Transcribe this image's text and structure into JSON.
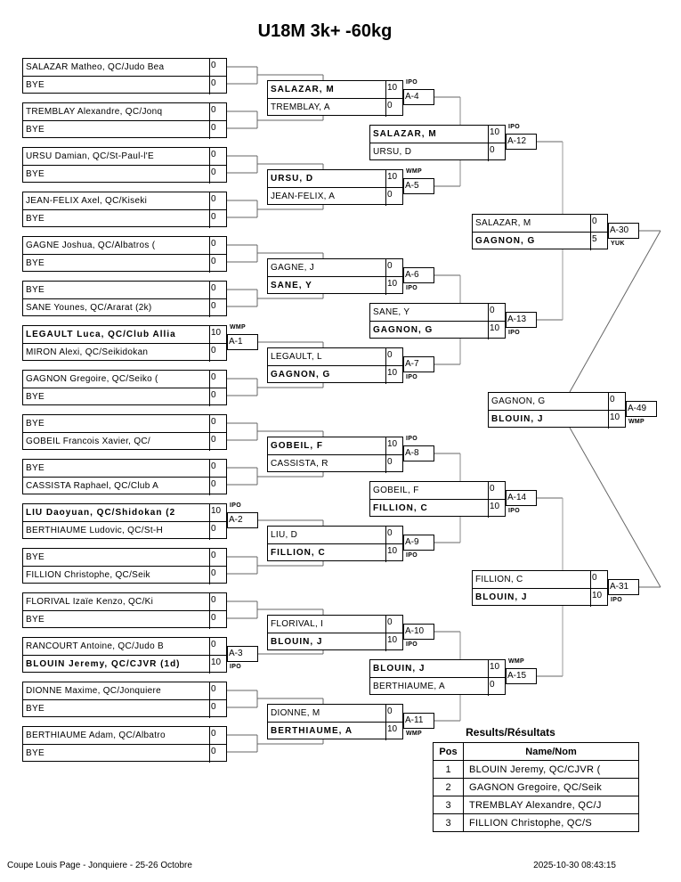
{
  "title": "U18M 3k+ -60kg",
  "round1": [
    {
      "a": "SALAZAR Matheo, QC/Judo Bea",
      "sa": "0",
      "b": "BYE",
      "sb": "0"
    },
    {
      "a": "TREMBLAY Alexandre, QC/Jonq",
      "sa": "0",
      "b": "BYE",
      "sb": "0"
    },
    {
      "a": "URSU Damian, QC/St-Paul-l'E",
      "sa": "0",
      "b": "BYE",
      "sb": "0"
    },
    {
      "a": "JEAN-FÉLIX Axel, QC/Kiseki",
      "sa": "0",
      "b": "BYE",
      "sb": "0"
    },
    {
      "a": "GAGNÉ Joshua, QC/Albatros (",
      "sa": "0",
      "b": "BYE",
      "sb": "0"
    },
    {
      "a": "BYE",
      "sa": "0",
      "b": "SANE Younes, QC/Ararat (2k)",
      "sb": "0"
    },
    {
      "a": "LEGAULT Luca, QC/Club Allia",
      "sa": "10",
      "b": "MIRON Alexi, QC/Seikidokan",
      "sb": "0",
      "winner": "a",
      "label": "A-1",
      "result": "WMP"
    },
    {
      "a": "GAGNON Gregoire, QC/Seiko (",
      "sa": "0",
      "b": "BYE",
      "sb": "0"
    },
    {
      "a": "BYE",
      "sa": "0",
      "b": "GOBEIL Francois Xavier, QC/",
      "sb": "0"
    },
    {
      "a": "BYE",
      "sa": "0",
      "b": "CASSISTA Raphael, QC/Club A",
      "sb": "0"
    },
    {
      "a": "LIU Daoyuan, QC/Shidokan (2",
      "sa": "10",
      "b": "BERTHIAUME Ludovic, QC/St-H",
      "sb": "0",
      "winner": "a",
      "label": "A-2",
      "result": "IPO"
    },
    {
      "a": "BYE",
      "sa": "0",
      "b": "FILLION Christophe, QC/Seik",
      "sb": "0"
    },
    {
      "a": "FLORIVAL Izaïe Kenzo, QC/Ki",
      "sa": "0",
      "b": "BYE",
      "sb": "0"
    },
    {
      "a": "RANCOURT Antoine, QC/Judo B",
      "sa": "0",
      "b": "BLOUIN Jeremy, QC/CJVR (1d)",
      "sb": "10",
      "winner": "b",
      "label": "A-3",
      "result": "IPO"
    },
    {
      "a": "DIONNE Maxime, QC/Jonquiere",
      "sa": "0",
      "b": "BYE",
      "sb": "0"
    },
    {
      "a": "BERTHIAUME Adam, QC/Albatro",
      "sa": "0",
      "b": "BYE",
      "sb": "0"
    }
  ],
  "round2": [
    {
      "a": "SALAZAR, M",
      "sa": "10",
      "b": "TREMBLAY, A",
      "sb": "0",
      "winner": "a",
      "label": "A-4",
      "result": "IPO"
    },
    {
      "a": "URSU, D",
      "sa": "10",
      "b": "JEAN-FÉLIX, A",
      "sb": "0",
      "winner": "a",
      "label": "A-5",
      "result": "WMP"
    },
    {
      "a": "GAGNÉ, J",
      "sa": "0",
      "b": "SANE, Y",
      "sb": "10",
      "winner": "b",
      "label": "A-6",
      "result": "IPO"
    },
    {
      "a": "LEGAULT, L",
      "sa": "0",
      "b": "GAGNON, G",
      "sb": "10",
      "winner": "b",
      "label": "A-7",
      "result": "IPO"
    },
    {
      "a": "GOBEIL, F",
      "sa": "10",
      "b": "CASSISTA, R",
      "sb": "0",
      "winner": "a",
      "label": "A-8",
      "result": "IPO"
    },
    {
      "a": "LIU, D",
      "sa": "0",
      "b": "FILLION, C",
      "sb": "10",
      "winner": "b",
      "label": "A-9",
      "result": "IPO"
    },
    {
      "a": "FLORIVAL, I",
      "sa": "0",
      "b": "BLOUIN, J",
      "sb": "10",
      "winner": "b",
      "label": "A-10",
      "result": "IPO"
    },
    {
      "a": "DIONNE, M",
      "sa": "0",
      "b": "BERTHIAUME, A",
      "sb": "10",
      "winner": "b",
      "label": "A-11",
      "result": "WMP"
    }
  ],
  "round3": [
    {
      "a": "SALAZAR, M",
      "sa": "10",
      "b": "URSU, D",
      "sb": "0",
      "winner": "a",
      "label": "A-12",
      "result": "IPO"
    },
    {
      "a": "SANE, Y",
      "sa": "0",
      "b": "GAGNON, G",
      "sb": "10",
      "winner": "b",
      "label": "A-13",
      "result": "IPO"
    },
    {
      "a": "GOBEIL, F",
      "sa": "0",
      "b": "FILLION, C",
      "sb": "10",
      "winner": "b",
      "label": "A-14",
      "result": "IPO"
    },
    {
      "a": "BLOUIN, J",
      "sa": "10",
      "b": "BERTHIAUME, A",
      "sb": "0",
      "winner": "a",
      "label": "A-15",
      "result": "WMP"
    }
  ],
  "round4": [
    {
      "a": "SALAZAR, M",
      "sa": "0",
      "b": "GAGNON, G",
      "sb": "5",
      "winner": "b",
      "label": "A-30",
      "result": "YUK"
    },
    {
      "a": "FILLION, C",
      "sa": "0",
      "b": "BLOUIN, J",
      "sb": "10",
      "winner": "b",
      "label": "A-31",
      "result": "IPO"
    }
  ],
  "final": [
    {
      "a": "GAGNON, G",
      "sa": "0",
      "b": "BLOUIN, J",
      "sb": "10",
      "winner": "b",
      "label": "A-49",
      "result": "WMP"
    }
  ],
  "results": {
    "title": "Results/Résultats",
    "headers": [
      "Pos",
      "Name/Nom"
    ],
    "rows": [
      {
        "pos": "1",
        "name": "BLOUIN Jeremy, QC/CJVR ("
      },
      {
        "pos": "2",
        "name": "GAGNON Gregoire, QC/Seik"
      },
      {
        "pos": "3",
        "name": "TREMBLAY Alexandre, QC/J"
      },
      {
        "pos": "3",
        "name": "FILLION Christophe, QC/S"
      }
    ]
  },
  "footer": {
    "left": "Coupe Louis Page - Jonquiere - 25-26 Octobre",
    "right": "2025-10-30 08:43:15"
  }
}
